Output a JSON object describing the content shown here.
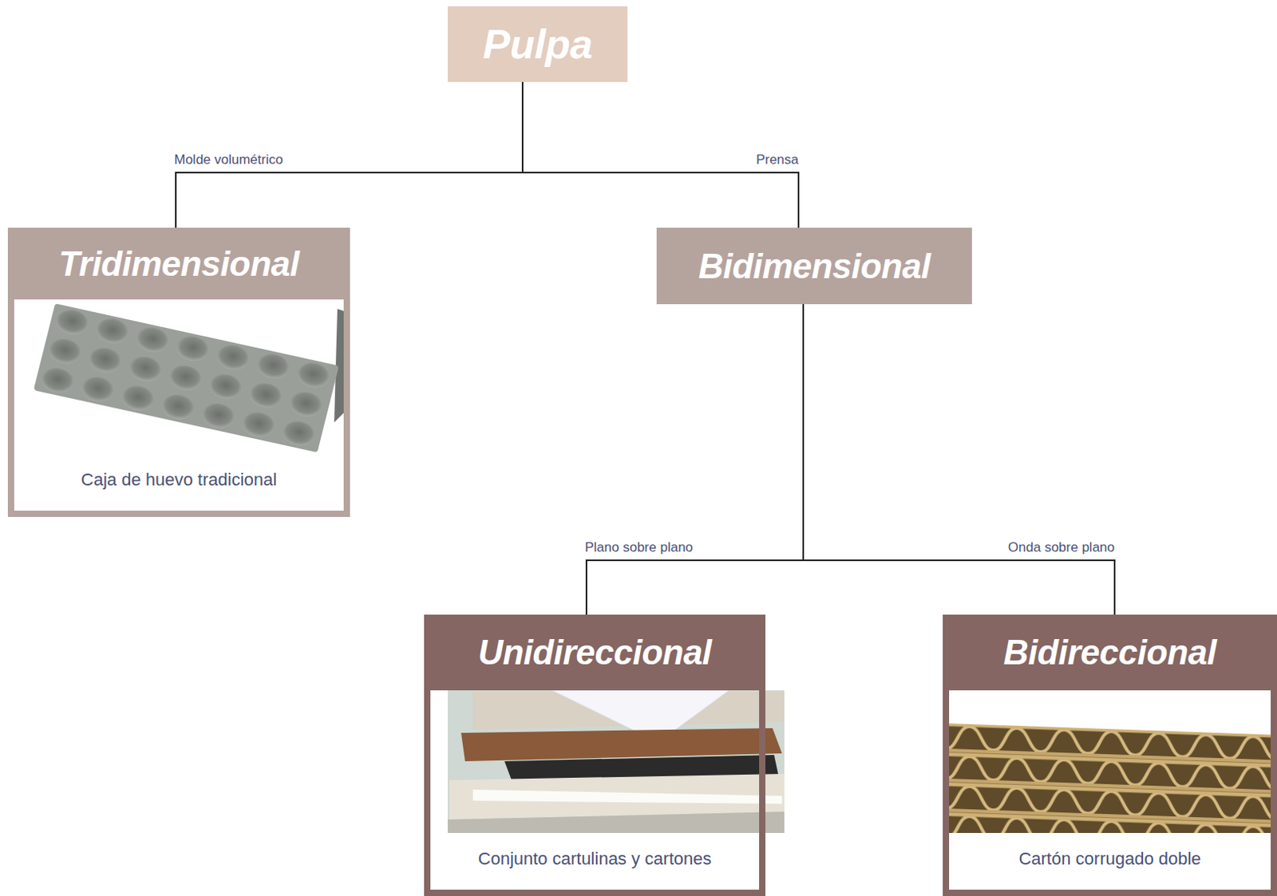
{
  "diagram": {
    "nodes": [
      {
        "text": [
          "Pulpa"
        ]
      },
      {
        "text": [
          "Tridimensional",
          "Caja de huevo tradicional"
        ]
      },
      {
        "text": [
          "Bidimensional"
        ]
      },
      {
        "text": [
          "Unidireccional",
          "Conjunto cartulinas y cartones"
        ]
      },
      {
        "text": [
          "Bidireccional",
          "Cartón corrugado doble"
        ]
      }
    ],
    "edges": [
      {
        "from": 0,
        "to": 1,
        "label": "Molde volumétrico",
        "arrow": "none"
      },
      {
        "from": 0,
        "to": 2,
        "label": "Prensa",
        "arrow": "none"
      },
      {
        "from": 2,
        "to": 3,
        "label": "Plano sobre plano",
        "arrow": "none"
      },
      {
        "from": 2,
        "to": 4,
        "label": "Onda sobre plano",
        "arrow": "none"
      }
    ]
  }
}
